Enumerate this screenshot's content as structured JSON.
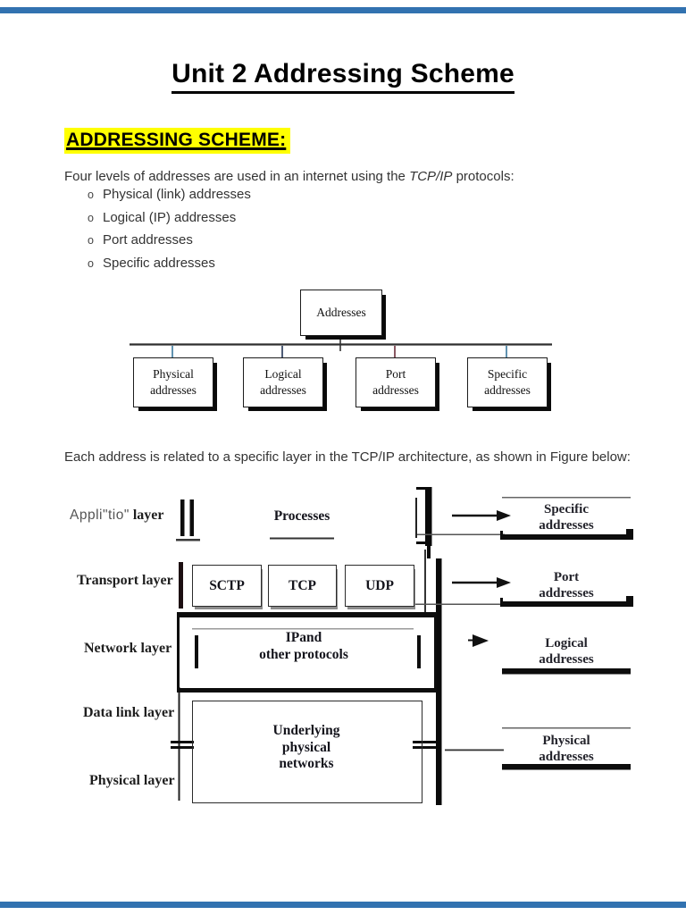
{
  "page": {
    "bar_color": "#3272b0"
  },
  "title": "Unit 2 Addressing Scheme",
  "section_heading": "ADDRESSING SCHEME:",
  "intro": {
    "prefix": "Four levels of addresses are used in an internet using the ",
    "em": "TCP/IP",
    "suffix": " protocols:"
  },
  "address_list": {
    "bullet": "o",
    "items": [
      "Physical (link) addresses",
      "Logical (IP) addresses",
      "Port addresses",
      "Specific addresses"
    ]
  },
  "tree_diagram": {
    "root": "Addresses",
    "children": [
      "Physical\naddresses",
      "Logical\naddresses",
      "Port\naddresses",
      "Specific\naddresses"
    ]
  },
  "figure_intro": "Each address is related to a specific layer in the TCP/IP architecture, as shown in Figure below:",
  "layer_diagram": {
    "app_label_ocr": "Appli\"tio\"",
    "app_label_word": " layer",
    "processes": "Processes",
    "layers": [
      "Transport layer",
      "Network layer",
      "Data link layer",
      "Physical layer"
    ],
    "transport_boxes": [
      "SCTP",
      "TCP",
      "UDP"
    ],
    "network_box": "IPand\nother protocols",
    "physical_box": "Underlying\nphysical\nnetworks",
    "addresses": [
      "Specific\naddresses",
      "Port\naddresses",
      "Logical\naddresses",
      "Physical\naddresses"
    ]
  }
}
